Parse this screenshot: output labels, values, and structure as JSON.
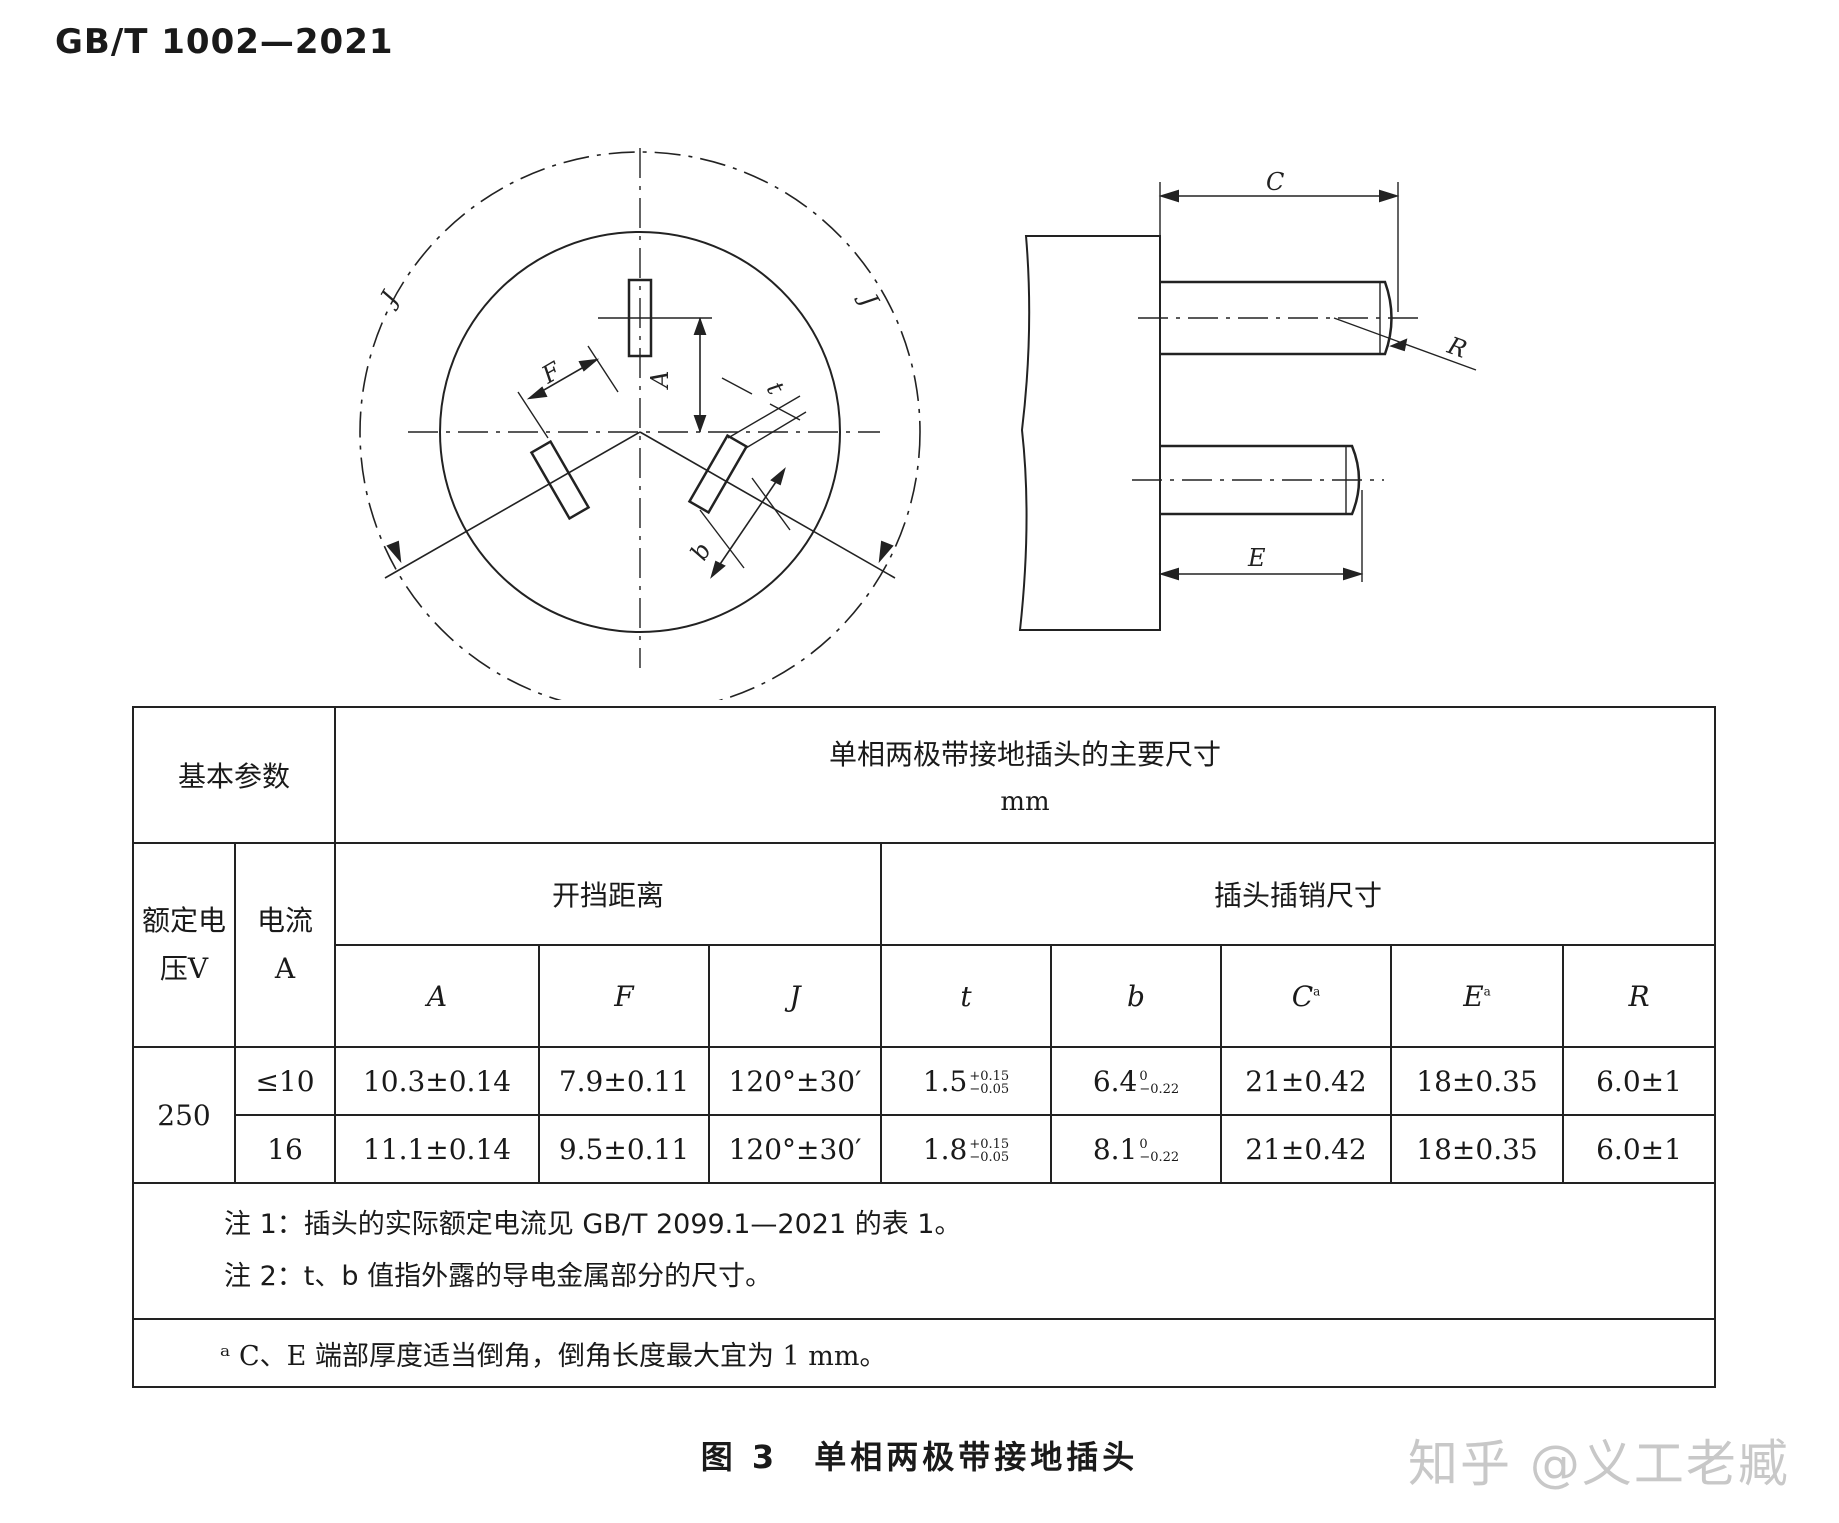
{
  "header": {
    "standard_number": "GB/T 1002—2021"
  },
  "drawing_labels": {
    "A": "A",
    "F": "F",
    "J_left": "J",
    "J_right": "J",
    "t": "t",
    "b": "b",
    "C": "C",
    "R": "R",
    "E": "E"
  },
  "table": {
    "basic_params": "基本参数",
    "main_title": "单相两极带接地插头的主要尺寸",
    "unit": "mm",
    "voltage_header": "额定电压V",
    "current_header": "电流A",
    "group_spacing": "开挡距离",
    "group_pin": "插头插销尺寸",
    "columns": [
      "A",
      "F",
      "J",
      "t",
      "b",
      "C",
      "E",
      "R"
    ],
    "footnote_marker": "a",
    "voltage": "250",
    "rows": [
      {
        "current": "≤10",
        "A": "10.3±0.14",
        "F": "7.9±0.11",
        "J": "120°±30′",
        "t_base": "1.5",
        "t_up": "+0.15",
        "t_low": "−0.05",
        "b_base": "6.4",
        "b_up": "0",
        "b_low": "−0.22",
        "C": "21±0.42",
        "E": "18±0.35",
        "R": "6.0±1"
      },
      {
        "current": "16",
        "A": "11.1±0.14",
        "F": "9.5±0.11",
        "J": "120°±30′",
        "t_base": "1.8",
        "t_up": "+0.15",
        "t_low": "−0.05",
        "b_base": "8.1",
        "b_up": "0",
        "b_low": "−0.22",
        "C": "21±0.42",
        "E": "18±0.35",
        "R": "6.0±1"
      }
    ],
    "note1": "注 1：插头的实际额定电流见 GB/T 2099.1—2021 的表 1。",
    "note2": "注 2：t、b 值指外露的导电金属部分的尺寸。",
    "footnote": "ᵃ C、E 端部厚度适当倒角，倒角长度最大宜为 1 mm。"
  },
  "figure_caption": "图 3　单相两极带接地插头",
  "watermark": "知乎 @义工老臧"
}
